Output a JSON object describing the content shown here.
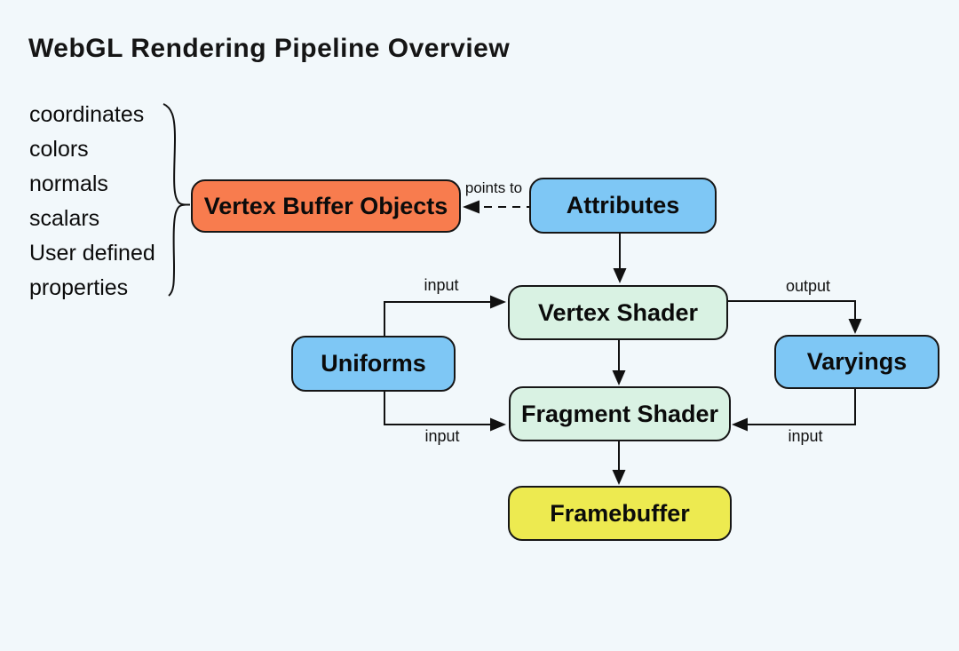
{
  "title": "WebGL Rendering Pipeline Overview",
  "left_list": {
    "items": [
      "coordinates",
      "colors",
      "normals",
      "scalars",
      "User defined",
      "properties"
    ]
  },
  "nodes": {
    "vertex_buffer_objects": {
      "label": "Vertex Buffer Objects",
      "color": "#f87c4e"
    },
    "attributes": {
      "label": "Attributes",
      "color": "#7ec7f5"
    },
    "vertex_shader": {
      "label": "Vertex Shader",
      "color": "#d9f2e3"
    },
    "uniforms": {
      "label": "Uniforms",
      "color": "#7ec7f5"
    },
    "varyings": {
      "label": "Varyings",
      "color": "#7ec7f5"
    },
    "fragment_shader": {
      "label": "Fragment Shader",
      "color": "#d9f2e3"
    },
    "framebuffer": {
      "label": "Framebuffer",
      "color": "#edea50"
    }
  },
  "edge_labels": {
    "points_to": "points to",
    "uniforms_to_vertex_shader": "input",
    "uniforms_to_fragment_shader": "input",
    "vertex_shader_to_varyings": "output",
    "varyings_to_fragment_shader": "input"
  },
  "edges": [
    {
      "from": "attributes",
      "to": "vertex_buffer_objects",
      "label": "points to",
      "style": "dashed"
    },
    {
      "from": "attributes",
      "to": "vertex_shader",
      "label": "",
      "style": "solid"
    },
    {
      "from": "uniforms",
      "to": "vertex_shader",
      "label": "input",
      "style": "solid"
    },
    {
      "from": "uniforms",
      "to": "fragment_shader",
      "label": "input",
      "style": "solid"
    },
    {
      "from": "vertex_shader",
      "to": "fragment_shader",
      "label": "",
      "style": "solid"
    },
    {
      "from": "vertex_shader",
      "to": "varyings",
      "label": "output",
      "style": "solid"
    },
    {
      "from": "varyings",
      "to": "fragment_shader",
      "label": "input",
      "style": "solid"
    },
    {
      "from": "fragment_shader",
      "to": "framebuffer",
      "label": "",
      "style": "solid"
    },
    {
      "from": "left_list_brace",
      "to": "vertex_buffer_objects",
      "label": "",
      "style": "brace"
    }
  ],
  "colors": {
    "background": "#f2f8fb",
    "stroke": "#111111",
    "node_orange": "#f87c4e",
    "node_blue": "#7ec7f5",
    "node_green": "#d9f2e3",
    "node_yellow": "#edea50"
  }
}
